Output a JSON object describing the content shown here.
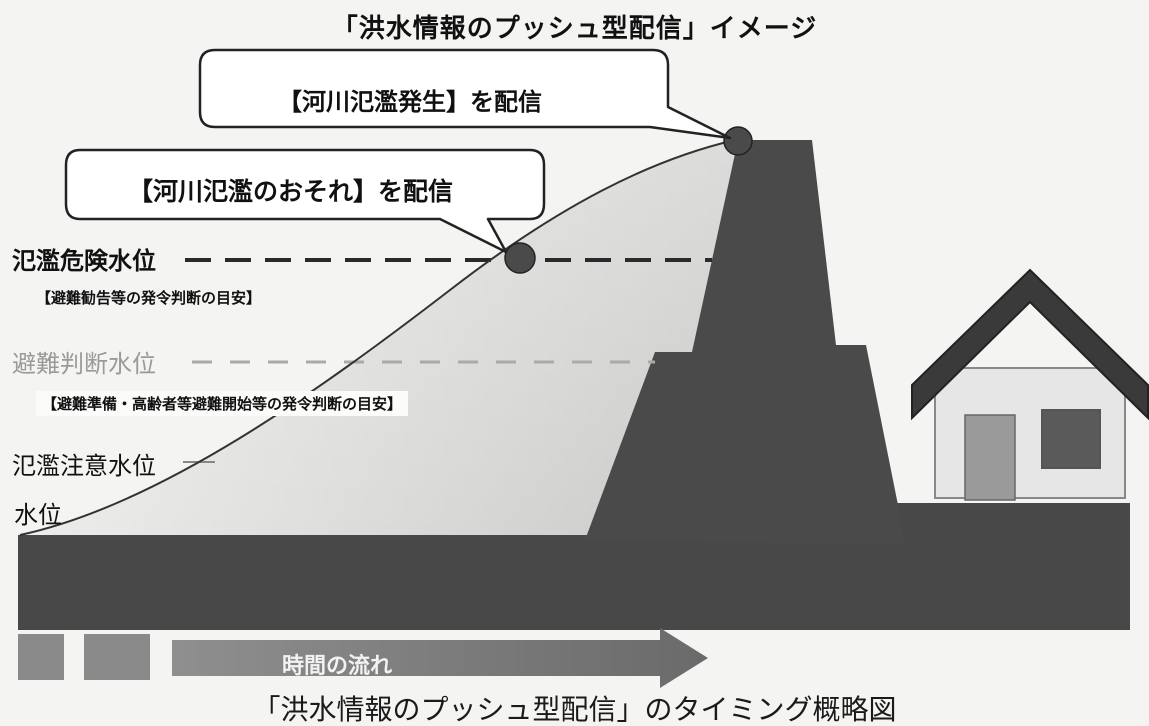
{
  "diagram": {
    "title": "「洪水情報のプッシュ型配信」イメージ",
    "caption": "「洪水情報のプッシュ型配信」のタイミング概略図",
    "bubbles": {
      "occurrence": "【河川氾濫発生】を配信",
      "risk": "【河川氾濫のおそれ】を配信"
    },
    "levels": {
      "danger": "氾濫危険水位",
      "danger_note": "【避難勧告等の発令判断の目安】",
      "evacuation_judgment": "避難判断水位",
      "evacuation_judgment_note": "【避難準備・高齢者等避難開始等の発令判断の目安】",
      "caution": "氾濫注意水位"
    },
    "water_level_label": "水位",
    "time_arrow_label": "時間の流れ",
    "colors": {
      "levee": "#4a4a4a",
      "water": "#cfcfcf",
      "house_roof": "#3a3a3a",
      "marker": "#4a4a4a"
    }
  }
}
